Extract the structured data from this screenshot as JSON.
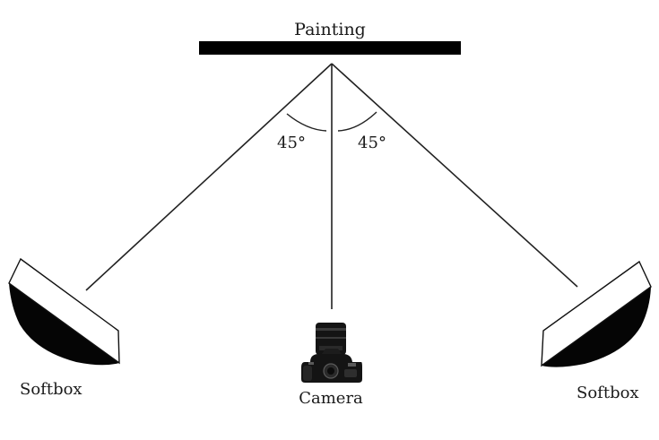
{
  "labels": {
    "painting": "Painting",
    "camera": "Camera",
    "softbox_left": "Softbox",
    "softbox_right": "Softbox",
    "angle_left": "45°",
    "angle_right": "45°"
  },
  "colors": {
    "line": "#222222",
    "painting_bar": "#000000",
    "softbox_diffuser": "#ffffff",
    "softbox_body": "#050505",
    "camera_body": "#141414",
    "camera_highlight": "#5a5a5a"
  },
  "icons": {
    "camera": "camera-icon",
    "softbox": "softbox-icon"
  }
}
